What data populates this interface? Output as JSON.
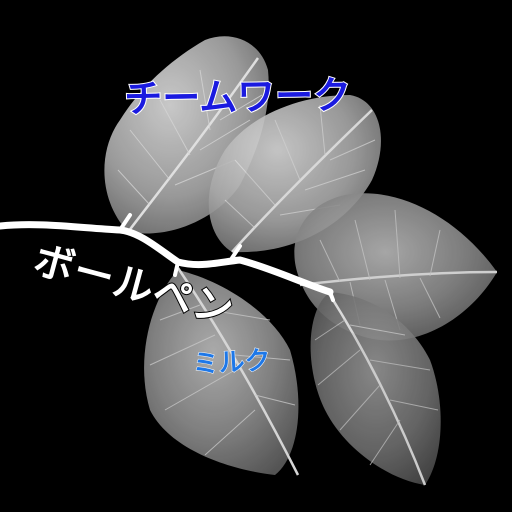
{
  "image": {
    "background_color": "#000000",
    "subject": "x-ray-leaf-branch"
  },
  "overlay_labels": [
    {
      "text": "チームワーク",
      "color": "#1a1ae0",
      "stroke": "#ffffff"
    },
    {
      "text": "ボールペン",
      "color": "#ffffff",
      "stroke": "#000000"
    },
    {
      "text": "ミルク",
      "color": "#1e78e8",
      "stroke": "#ffffff"
    }
  ]
}
